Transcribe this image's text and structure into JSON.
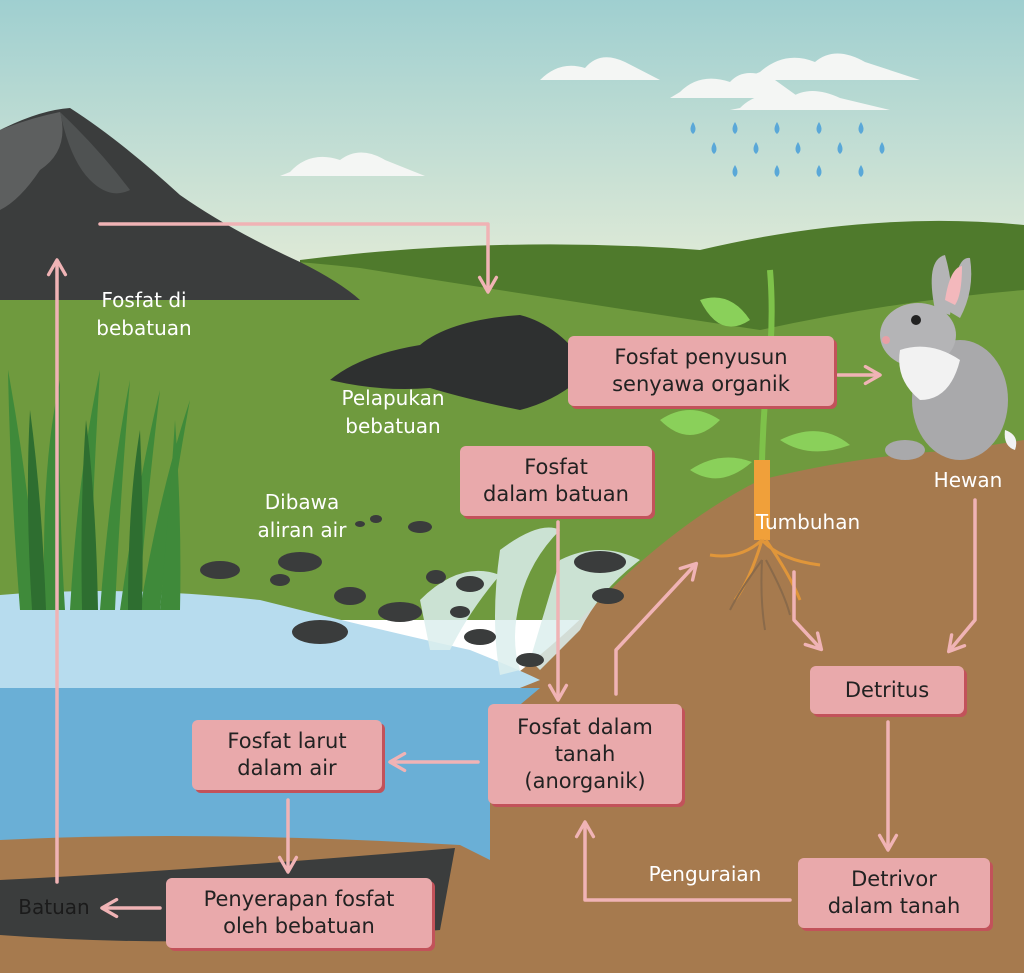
{
  "boxes": {
    "organic": "Fosfat penyusun\nsenyawa organik",
    "rock_phosphate": "Fosfat\ndalam batuan",
    "soil": "Fosfat dalam\ntanah\n(anorganik)",
    "dissolved": "Fosfat larut\ndalam air",
    "absorption": "Penyerapan fosfat\noleh bebatuan",
    "detritus": "Detritus",
    "detritivore": "Detrivor\ndalam tanah"
  },
  "labels": {
    "rock": "Fosfat di\nbebatuan",
    "weathering": "Pelapukan\nbebatuan",
    "carried": "Dibawa\naliran air",
    "plant": "Tumbuhan",
    "animal": "Hewan",
    "decomposition": "Penguraian",
    "stone": "Batuan"
  },
  "colors": {
    "sky_top": "#9fcfd0",
    "sky_bottom": "#f0f0d8",
    "grass": "#6f9a3e",
    "soil": "#a67a4e",
    "water": "#6aafd6",
    "box": "#e9a9ab",
    "arrow": "#f0b3b5"
  }
}
